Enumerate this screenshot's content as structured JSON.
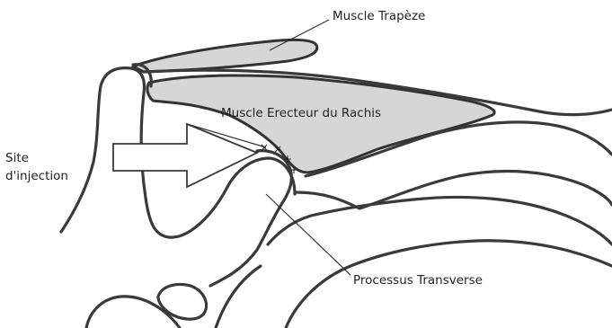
{
  "labels": {
    "trapeze": "Muscle Trapèze",
    "erector": "Muscle Erecteur du Rachis",
    "injection_line1": "Site",
    "injection_line2": "d'injection",
    "transverse": "Processus Transverse"
  },
  "markers": {
    "cross_x": "×",
    "cross_plus": "+"
  }
}
